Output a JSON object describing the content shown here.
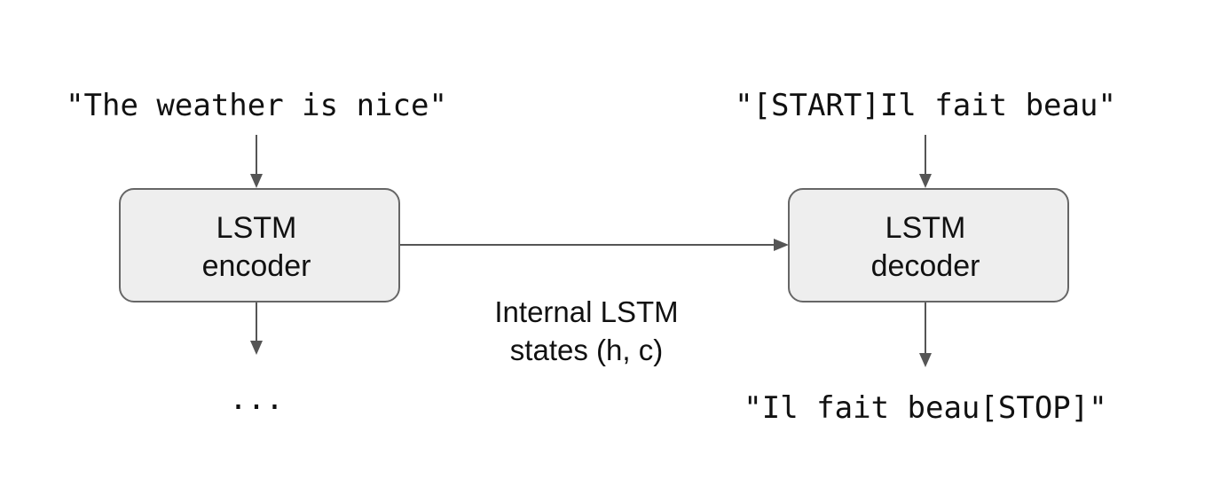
{
  "encoder": {
    "input_text": "\"The weather is nice\"",
    "label_line1": "LSTM",
    "label_line2": "encoder",
    "output_text": "..."
  },
  "decoder": {
    "input_text": "\"[START]Il fait beau\"",
    "label_line1": "LSTM",
    "label_line2": "decoder",
    "output_text": "\"Il fait beau[STOP]\""
  },
  "states_note": {
    "line1": "Internal LSTM",
    "line2": "states (h, c)"
  },
  "colors": {
    "box_fill": "#eeeeee",
    "box_stroke": "#666666",
    "arrow": "#555555",
    "text": "#111111"
  }
}
